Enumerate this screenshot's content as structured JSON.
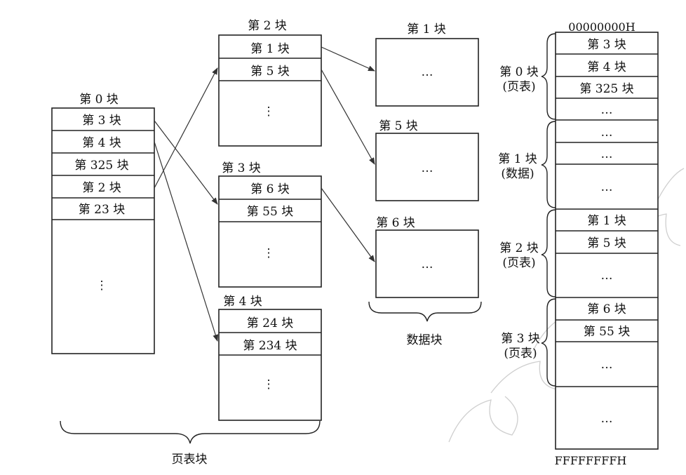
{
  "page_table_blocks": [
    {
      "title": "第 0 块",
      "rows": [
        "第 3 块",
        "第 4 块",
        "第 325 块",
        "第 2 块",
        "第 23 块"
      ],
      "ellipsis": "⋮"
    },
    {
      "title": "第 2 块",
      "rows": [
        "第 1 块",
        "第 5 块"
      ],
      "ellipsis": "⋮"
    },
    {
      "title": "第 3 块",
      "rows": [
        "第 6 块",
        "第 55 块"
      ],
      "ellipsis": "⋮"
    },
    {
      "title": "第 4 块",
      "rows": [
        "第 24 块",
        "第 234 块"
      ],
      "ellipsis": "⋮"
    }
  ],
  "data_blocks": [
    {
      "title": "第 1 块",
      "content": "…"
    },
    {
      "title": "第 5 块",
      "content": "…"
    },
    {
      "title": "第 6 块",
      "content": "…"
    }
  ],
  "brace_labels": {
    "page_table": "页表块",
    "data": "数据块"
  },
  "memory": {
    "start_address": "00000000H",
    "end_address": "FFFFFFFFH",
    "groups": [
      {
        "line1": "第 0 块",
        "line2": "(页表)"
      },
      {
        "line1": "第 1 块",
        "line2": "(数据)"
      },
      {
        "line1": "第 2 块",
        "line2": "(页表)"
      },
      {
        "line1": "第 3 块",
        "line2": "(页表)"
      }
    ],
    "cells": [
      "第 3 块",
      "第 4 块",
      "第 325 块",
      "…",
      "…",
      "…",
      "…",
      "第 1 块",
      "第 5 块",
      "…",
      "第 6 块",
      "第 55 块",
      "…",
      "…"
    ]
  }
}
